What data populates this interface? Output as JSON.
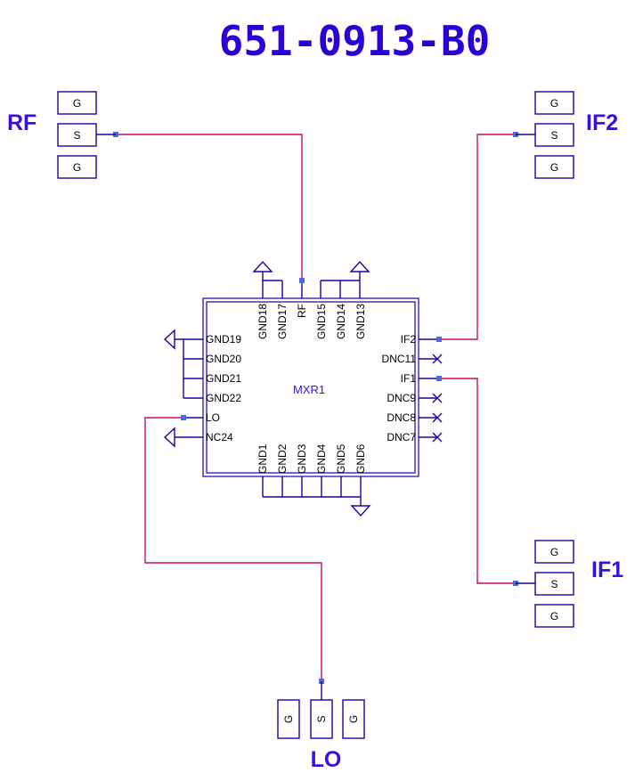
{
  "title": "651-0913-B0",
  "component": {
    "ref": "MXR1",
    "pins_top": [
      "GND18",
      "GND17",
      "RF",
      "GND15",
      "GND14",
      "GND13"
    ],
    "pins_bottom": [
      "GND1",
      "GND2",
      "GND3",
      "GND4",
      "GND5",
      "GND6"
    ],
    "pins_left": [
      "GND19",
      "GND20",
      "GND21",
      "GND22",
      "LO",
      "NC24"
    ],
    "pins_right": [
      "IF2",
      "DNC11",
      "IF1",
      "DNC9",
      "DNC8",
      "DNC7"
    ]
  },
  "ports": {
    "rf": {
      "label": "RF",
      "pads": [
        "G",
        "S",
        "G"
      ]
    },
    "if2": {
      "label": "IF2",
      "pads": [
        "G",
        "S",
        "G"
      ]
    },
    "if1": {
      "label": "IF1",
      "pads": [
        "G",
        "S",
        "G"
      ]
    },
    "lo": {
      "label": "LO",
      "pads": [
        "G",
        "S",
        "G"
      ]
    }
  },
  "colors": {
    "title": "#2a00d4",
    "wire": "#1a00a8",
    "net": "#cc0a66",
    "port_label": "#3b0fe0"
  }
}
